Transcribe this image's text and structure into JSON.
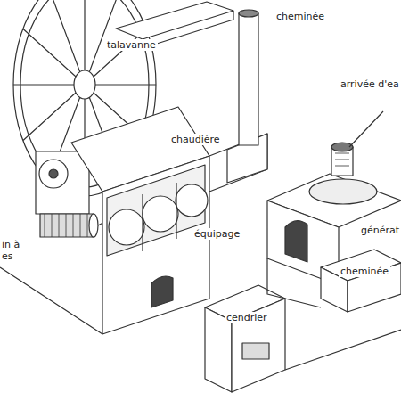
{
  "diagram": {
    "labels": [
      "talavanne",
      "cheminée",
      "arrivée d'ea",
      "chaudière",
      "équipage",
      "générat",
      "in à es",
      "cheminée",
      "cendrier"
    ]
  }
}
